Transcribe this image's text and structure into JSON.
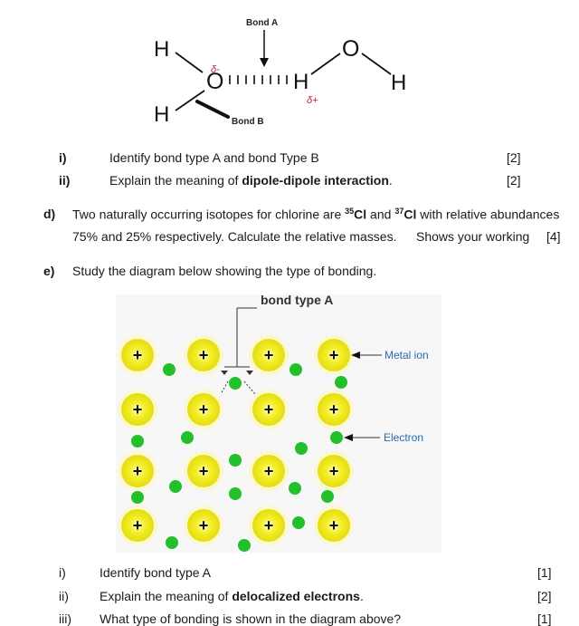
{
  "diagram1": {
    "atoms": {
      "h_top_left": "H",
      "h_bottom_left": "H",
      "o_left": "O",
      "h_middle": "H",
      "o_right": "O",
      "h_right": "H"
    },
    "delta_minus": "δ-",
    "delta_plus": "δ+",
    "bond_a_label": "Bond A",
    "bond_b_label": "Bond B"
  },
  "part_c": {
    "q1": {
      "num": "i)",
      "text": "Identify bond type A and bond Type B",
      "marks": "[2]"
    },
    "q2": {
      "num": "ii)",
      "text_before": "Explain the meaning of ",
      "text_bold": "dipole-dipole interaction",
      "text_after": ".",
      "marks": "[2]"
    }
  },
  "part_d": {
    "num": "d)",
    "line1_a": "Two naturally occurring isotopes for chlorine are ",
    "iso1_mass": "35",
    "iso1_sym": "Cl",
    "line1_and": " and ",
    "iso2_mass": "37",
    "iso2_sym": "Cl",
    "line1_b": " with relative abundances",
    "line2": "75% and 25% respectively. Calculate the relative masses.",
    "line2_b": "Shows your working",
    "marks": "[4]"
  },
  "part_e": {
    "num": "e)",
    "text": "Study the diagram below showing the type of bonding."
  },
  "diagram2": {
    "bond_type_label": "bond type A",
    "metal_ion_label": "Metal ion",
    "electron_label": "Electron",
    "ion_symbol": "+"
  },
  "part_e_questions": {
    "q1": {
      "num": "i)",
      "text": "Identify bond type A",
      "marks": "[1]"
    },
    "q2": {
      "num": "ii)",
      "text_before": "Explain the meaning of ",
      "text_bold": "delocalized electrons",
      "text_after": ".",
      "marks": "[2]"
    },
    "q3": {
      "num": "iii)",
      "text": "What type of bonding is shown in the diagram above?",
      "marks": "[1]"
    }
  },
  "colors": {
    "ion_fill": "#f2ee1e",
    "ion_glow": "#fbf9b0",
    "electron": "#22c02a",
    "label_blue": "#2b6cb0"
  }
}
